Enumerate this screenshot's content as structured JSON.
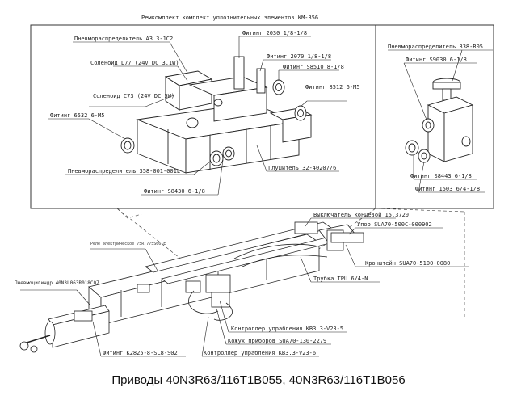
{
  "top_panel": {
    "title": "Ремкомплект комплект уплотнительных элементов КМ-356",
    "left_labels": [
      "Пневмораспределитель А3.3-1С2",
      "Фитинг 2030 1/8-1/8",
      "Соленоид L77 (24V DC 3.1W)",
      "Фитинг 2070 1/8-1/8",
      "Фитинг S8510 8-1/8",
      "Соленоид С73 (24V DC 5W)",
      "Фитинг 8512 6-М5",
      "Фитинг 6532 6-М5",
      "Пневмораспределитель 358-001-001L",
      "Глушитель 32-40207/6",
      "Фитинг S8430 6-1/8"
    ],
    "right_labels": [
      "Пневмораспределитель 338-R05",
      "Фитинг S9030 6-1/8",
      "Фитинг S8443 6-1/8",
      "Фитинг 1503 6/4-1/8"
    ]
  },
  "bottom_panel": {
    "labels": [
      "Выключатель концевой 15.3720",
      "Упор SUA70-500С-000902",
      "Кронштейн SUA70-5100-0080",
      "Трубка TPU 6/4-N",
      "Контроллер упрабления КВ3.3-V23-5",
      "Кожух приборов SUA70-130-2279",
      "Контроллер упрабления КВ3.3-V23-6",
      "Фитинг K2825-8-SL8-S02",
      "Пневмоцилиндр 40N3L063R018C07"
    ],
    "small_note": "Реле электрическое 75RT775S66-E"
  },
  "caption": "Приводы 40N3R63/116T1B055, 40N3R63/116T1B056"
}
